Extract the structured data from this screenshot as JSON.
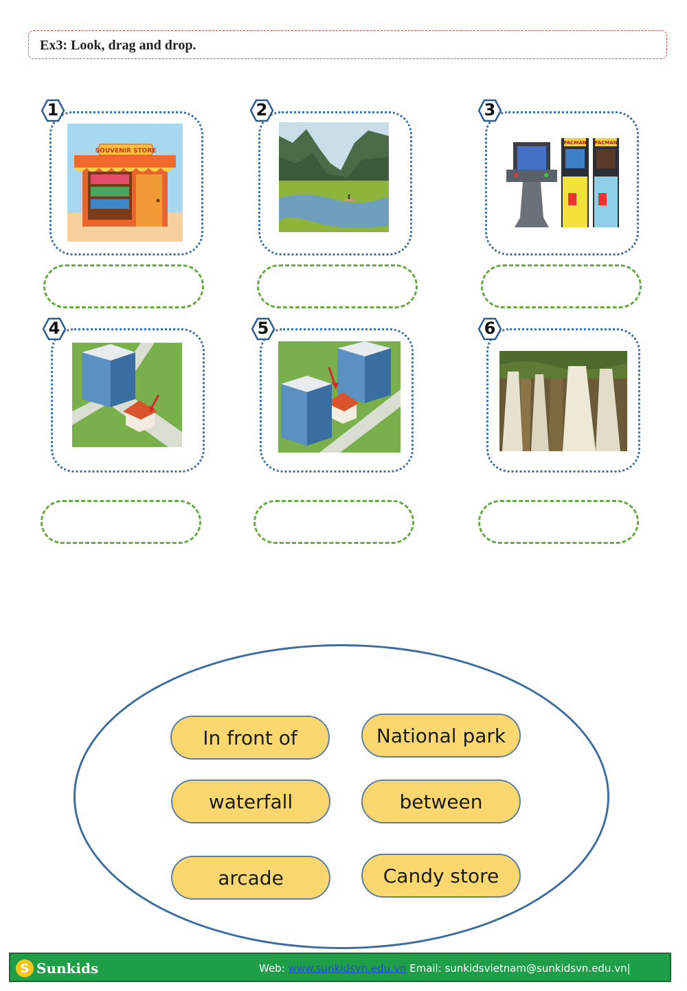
{
  "exercise": {
    "title": "Ex3: Look, drag and drop."
  },
  "cards": [
    {
      "number": "1",
      "image": "souvenir-store-picture",
      "sign": "SOUVENIR STORE"
    },
    {
      "number": "2",
      "image": "national-park-picture"
    },
    {
      "number": "3",
      "image": "arcade-machines-picture",
      "sign": "PACMAN"
    },
    {
      "number": "4",
      "image": "in-front-of-picture"
    },
    {
      "number": "5",
      "image": "between-picture"
    },
    {
      "number": "6",
      "image": "waterfall-picture"
    }
  ],
  "word_bank": [
    {
      "label": "In front of"
    },
    {
      "label": "National park"
    },
    {
      "label": "waterfall"
    },
    {
      "label": "between"
    },
    {
      "label": "arcade"
    },
    {
      "label": "Candy store"
    }
  ],
  "footer": {
    "brand": "Sunkids",
    "web_label": "Web:",
    "web_link": "www.sunkidsvn.edu.vn",
    "email_text": "Email: sunkidsvietnam@sunkidsvn.edu.vn|"
  },
  "colors": {
    "title_border": "#e23b3b",
    "card_border": "#3f6fa8",
    "drop_border": "#6aaa45",
    "word_fill": "#fbd770",
    "footer_bg": "#1f9e48"
  }
}
